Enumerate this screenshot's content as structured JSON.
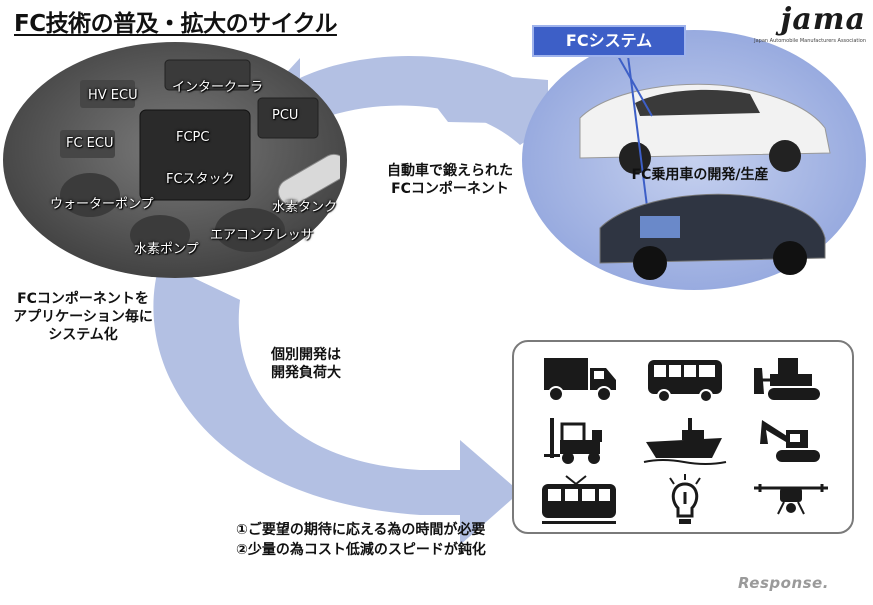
{
  "title": "FC技術の普及・拡大のサイクル",
  "logo": {
    "mark": "jama",
    "subtitle": "Japan Automobile Manufacturers Association"
  },
  "fc_system_label": "FCシステム",
  "passenger_car_label": "FC乗用車の開発/生産",
  "components": {
    "hv_ecu": "HV ECU",
    "intercooler": "インタークーラ",
    "pcu": "PCU",
    "fc_ecu": "FC ECU",
    "fcpc": "FCPC",
    "fc_stack": "FCスタック",
    "hydrogen_tank": "水素タンク",
    "water_pump": "ウォーターポンプ",
    "air_compressor": "エアコンプレッサ",
    "hydrogen_pump": "水素ポンプ"
  },
  "arrow_labels": {
    "forged_by_cars": [
      "自動車で鍛えられた",
      "FCコンポーネント"
    ],
    "systemize": [
      "FCコンポーネントを",
      "アプリケーション毎に",
      "システム化"
    ],
    "individual_dev": [
      "個別開発は",
      "開発負荷大"
    ]
  },
  "applications": [
    {
      "name": "truck",
      "icon": "truck-icon"
    },
    {
      "name": "bus",
      "icon": "bus-icon"
    },
    {
      "name": "bulldozer",
      "icon": "bulldozer-icon"
    },
    {
      "name": "forklift",
      "icon": "forklift-icon"
    },
    {
      "name": "ship",
      "icon": "ship-icon"
    },
    {
      "name": "excavator",
      "icon": "excavator-icon"
    },
    {
      "name": "train",
      "icon": "train-icon"
    },
    {
      "name": "light-bulb",
      "icon": "light-bulb-icon"
    },
    {
      "name": "drone",
      "icon": "drone-icon"
    }
  ],
  "notes": [
    "①ご要望の期待に応える為の時間が必要",
    "②少量の為コスト低減のスピードが鈍化"
  ],
  "watermark": "Response.",
  "colors": {
    "cycle_arrow": "#b3c0e3",
    "right_oval": "#aabbe7",
    "left_oval": "#555555",
    "fc_system_box": "#3d5fc7",
    "icon": "#1a1a1a"
  }
}
